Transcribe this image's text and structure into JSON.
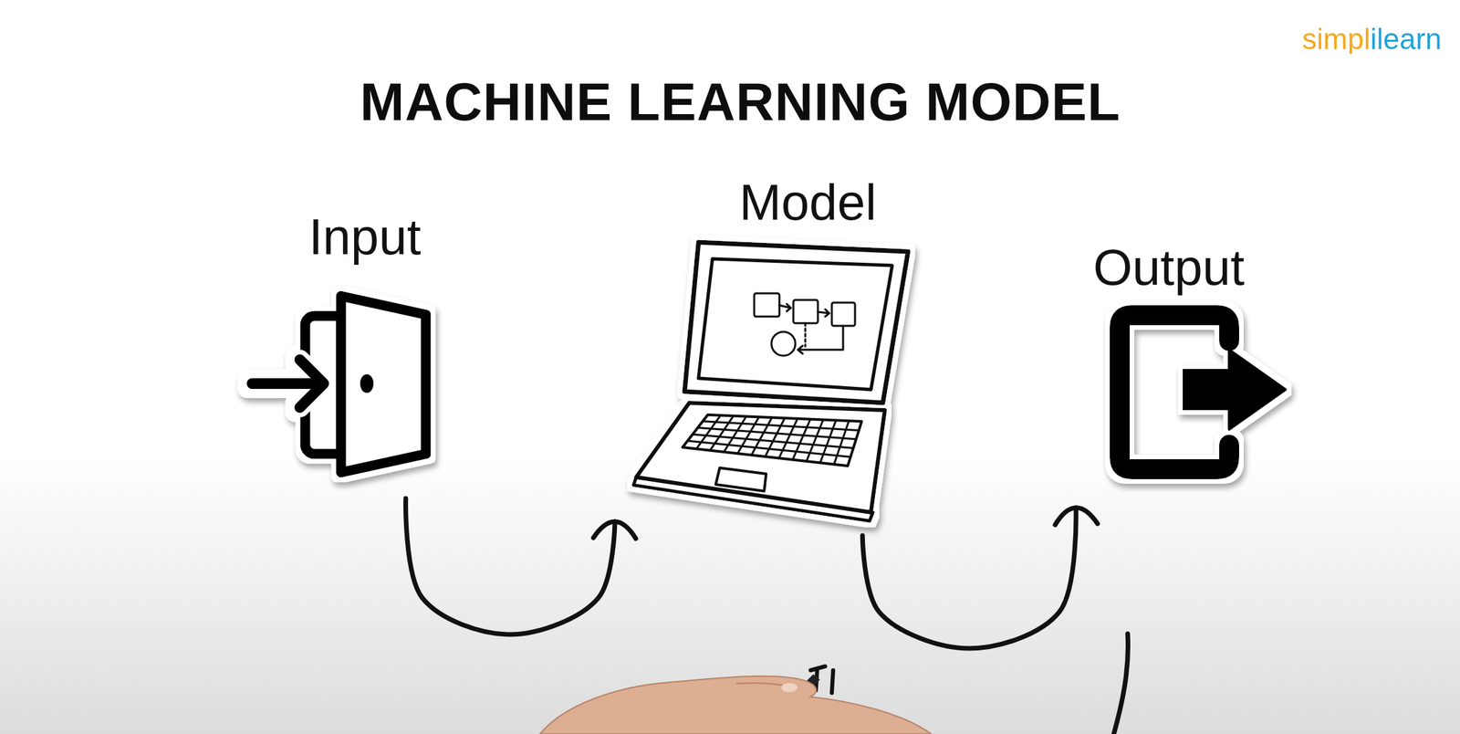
{
  "diagram": {
    "title": "MACHINE LEARNING MODEL",
    "nodes": [
      {
        "text": [
          "Input"
        ]
      },
      {
        "text": [
          "Model"
        ]
      },
      {
        "text": [
          "Output"
        ]
      }
    ],
    "edges": [
      {
        "from": 0,
        "to": 1,
        "arrow": "to"
      },
      {
        "from": 1,
        "to": 2,
        "arrow": "to"
      }
    ],
    "labels": [
      "simplilearn"
    ]
  }
}
